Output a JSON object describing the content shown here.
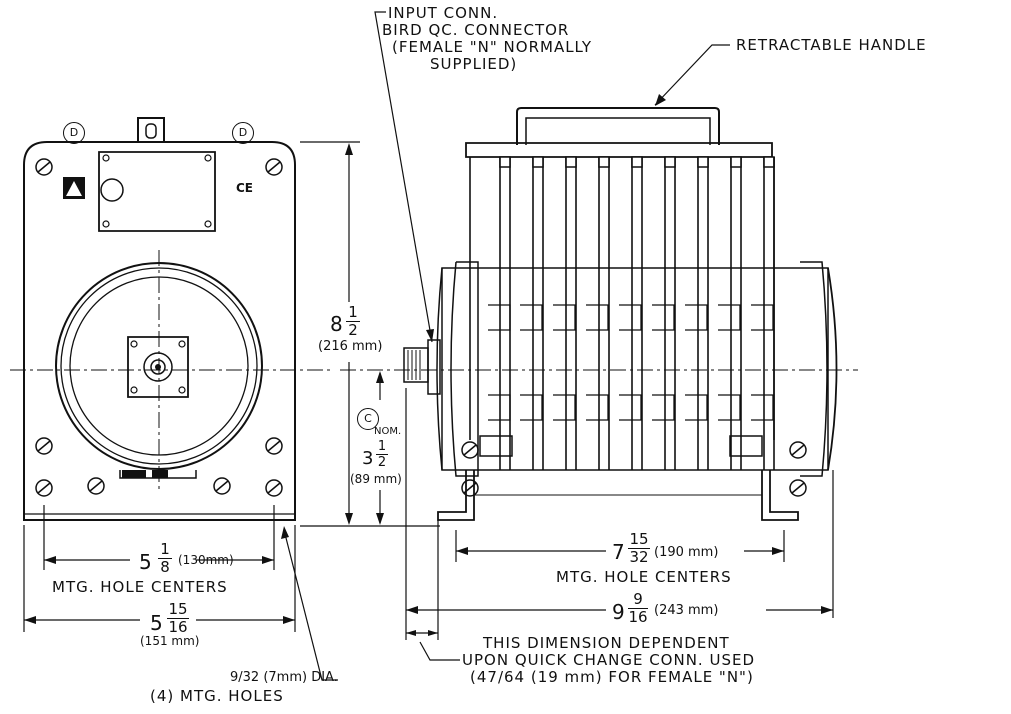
{
  "labels": {
    "input_conn_1": "INPUT CONN.",
    "input_conn_2": "BIRD QC. CONNECTOR",
    "input_conn_3": "(FEMALE \"N\" NORMALLY",
    "input_conn_4": "SUPPLIED)",
    "handle": "RETRACTABLE HANDLE",
    "ce_mark": "CE",
    "mtg_centers_left": "MTG. HOLE CENTERS",
    "mtg_centers_right": "MTG. HOLE CENTERS",
    "holes_1": "9/32 (7mm) DIA.",
    "holes_2": "(4) MTG. HOLES",
    "note_1": "THIS DIMENSION DEPENDENT",
    "note_2": "UPON QUICK CHANGE CONN. USED",
    "note_3": "(47/64 (19 mm) FOR FEMALE \"N\")",
    "callout_d": "D",
    "callout_c": "C",
    "nom": "NOM."
  },
  "dimensions": {
    "height_whole": "8",
    "height_num": "1",
    "height_den": "2",
    "height_mm": "(216 mm)",
    "center_whole": "3",
    "center_num": "1",
    "center_den": "2",
    "center_mm": "(89 mm)",
    "left_holes_whole": "5",
    "left_holes_num": "1",
    "left_holes_den": "8",
    "left_holes_mm": "(130mm)",
    "left_width_whole": "5",
    "left_width_num": "15",
    "left_width_den": "16",
    "left_width_mm": "(151 mm)",
    "right_holes_whole": "7",
    "right_holes_num": "15",
    "right_holes_den": "32",
    "right_holes_mm": "(190 mm)",
    "right_len_whole": "9",
    "right_len_num": "9",
    "right_len_den": "16",
    "right_len_mm": "(243 mm)"
  }
}
